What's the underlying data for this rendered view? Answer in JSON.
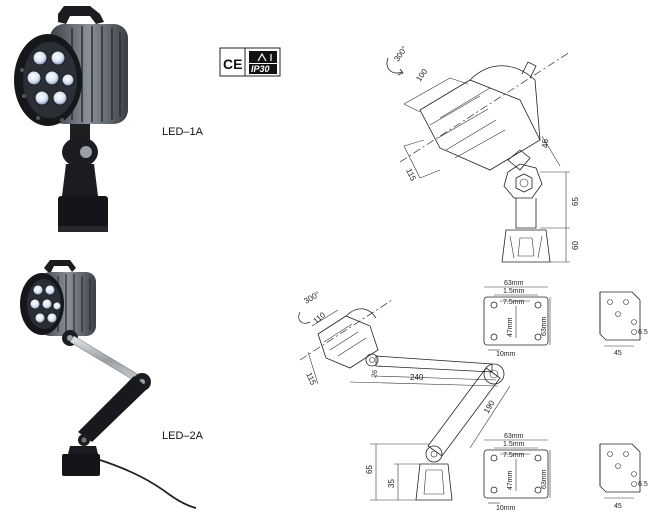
{
  "products": [
    {
      "model": "LED–1A"
    },
    {
      "model": "LED–2A"
    }
  ],
  "certification": {
    "ce": "CE",
    "ip": "IP30"
  },
  "drawing_1a": {
    "rotation": "300°",
    "dim_head_top": "100",
    "dim_head_side": "115",
    "dim_neck": "46",
    "dim_joint": "65",
    "dim_base": "60"
  },
  "drawing_2a": {
    "rotation": "300°",
    "dim_head_top": "110",
    "dim_head_side": "115",
    "dim_small": "26",
    "dim_arm": "240",
    "dim_forearm": "190",
    "dim_base_total": "65",
    "dim_base": "35"
  },
  "mount_plates": [
    {
      "width": "63mm",
      "inner": "1.5mm",
      "hole": "7.5mm",
      "hole_spacing": "47mm",
      "height": "63mm",
      "bottom": "10mm"
    },
    {
      "width": "63mm",
      "inner": "1.5mm",
      "hole": "7.5mm",
      "hole_spacing": "47mm",
      "height": "63mm",
      "bottom": "10mm"
    }
  ],
  "brackets": [
    {
      "hole": "6.5",
      "width": "45"
    },
    {
      "hole": "6.5",
      "width": "45"
    }
  ],
  "colors": {
    "lamp_body": "#5a6068",
    "lamp_dark": "#1c1e22",
    "led_glow": "#e8f0ff"
  }
}
